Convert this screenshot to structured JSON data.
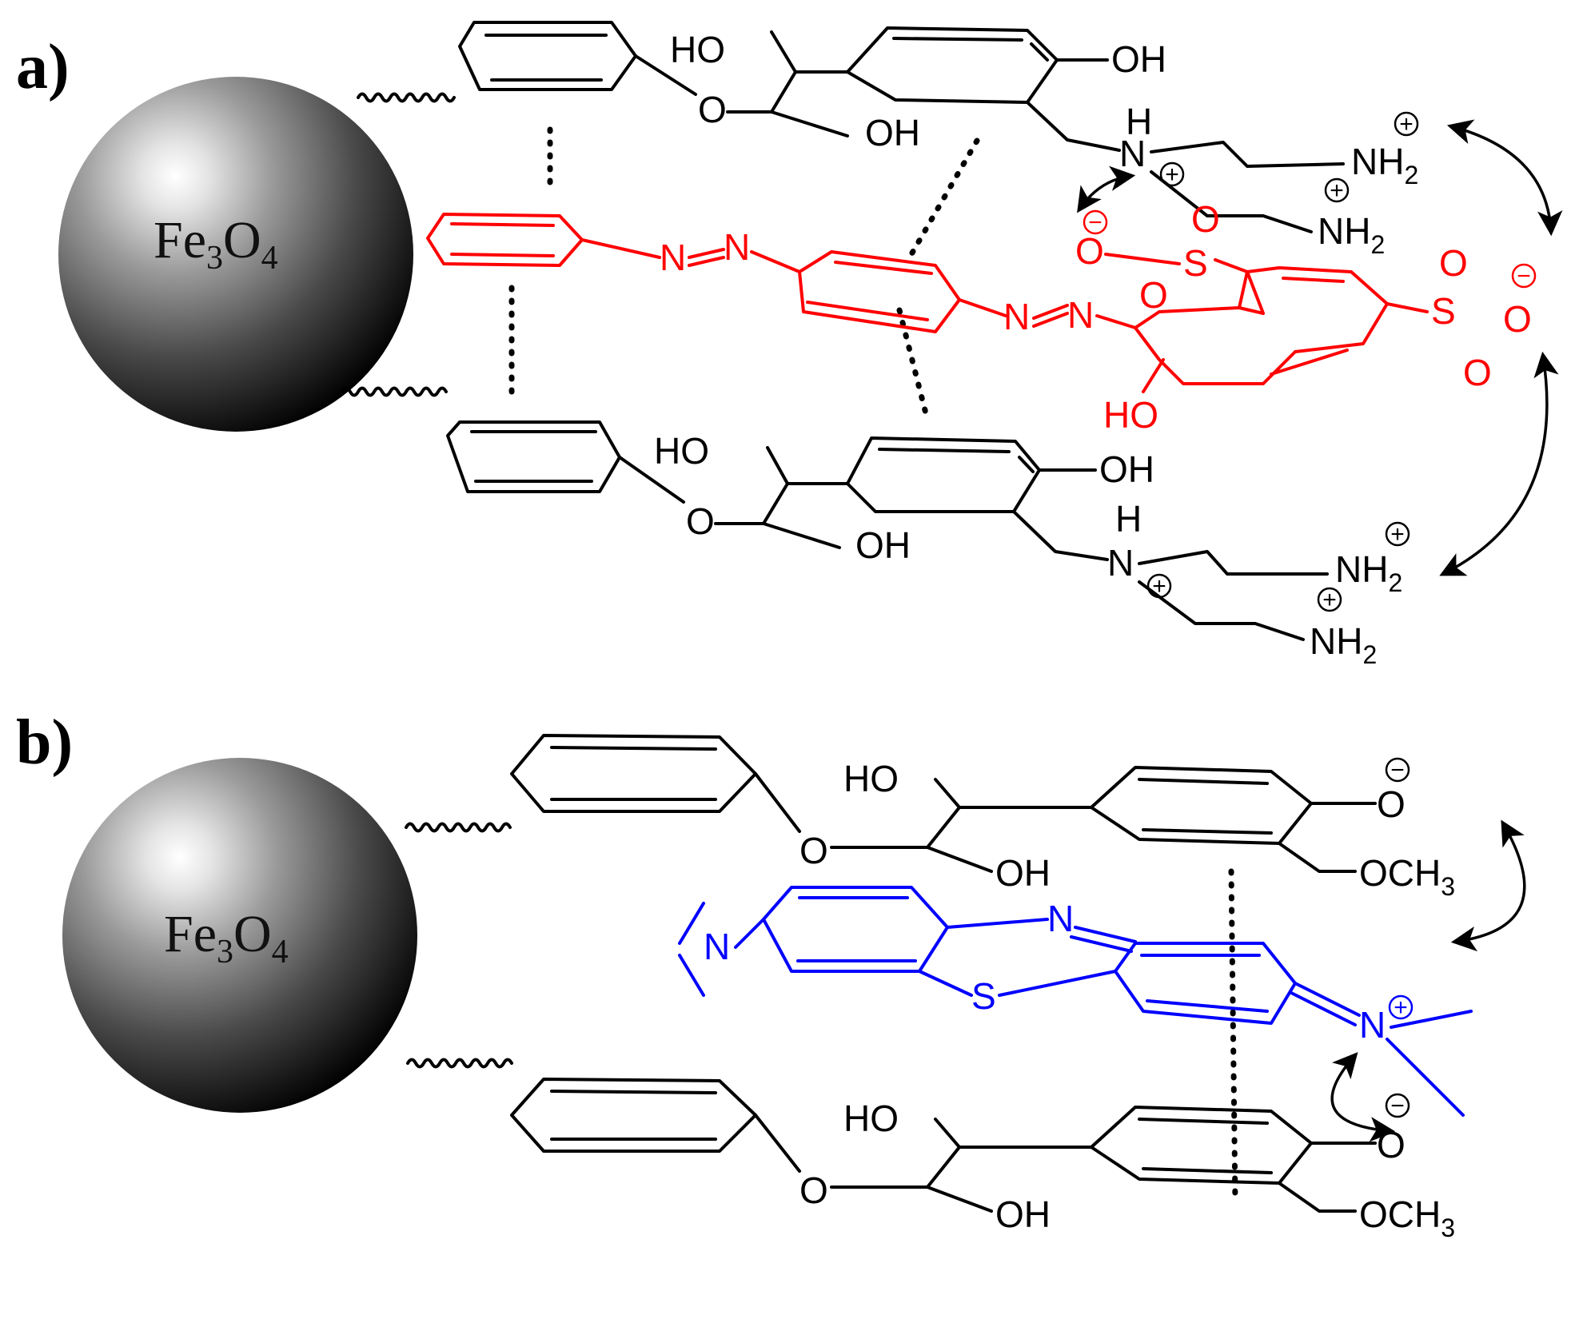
{
  "panels": [
    {
      "label": "a)",
      "nanoparticle": {
        "element": "Fe",
        "sub1": "3",
        "element2": "O",
        "sub2": "4"
      },
      "hosts": {
        "ether_o": "O",
        "hydroxyl": "OH",
        "hydroxyl_left": "HO",
        "ammonium_h": "H",
        "ammonium_n": "N",
        "nh2": "NH",
        "sub2": "2"
      },
      "guest": {
        "azo_n": "N",
        "sulfur": "S",
        "oxygen": "O",
        "hydroxyl_left": "HO"
      }
    },
    {
      "label": "b)",
      "nanoparticle": {
        "element": "Fe",
        "sub1": "3",
        "element2": "O",
        "sub2": "4"
      },
      "hosts": {
        "ether_o": "O",
        "hydroxyl": "OH",
        "hydroxyl_left": "HO",
        "phenoxide_o": "O",
        "methoxy": "OCH",
        "sub3": "3"
      },
      "guest": {
        "ring_n": "N",
        "ring_s": "S",
        "amine_n": "N",
        "iminium_n": "N"
      }
    }
  ],
  "colors": {
    "host": "#000000",
    "guest_a": "#ff0000",
    "guest_b": "#0000ff",
    "sphere_light": "#ffffff",
    "sphere_dark": "#000000"
  },
  "charge_symbols": {
    "plus": "+",
    "minus": "−"
  }
}
